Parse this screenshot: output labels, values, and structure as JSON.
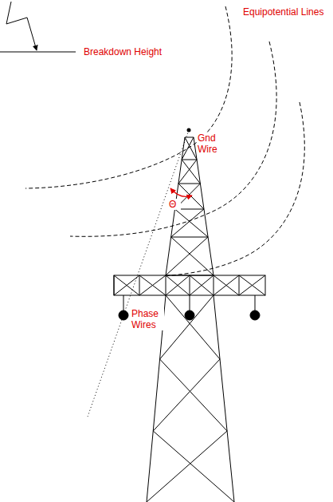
{
  "diagram": {
    "labels": [
      "Breakdown Height",
      "Equipotential Lines",
      "Gnd Wire",
      "Θ",
      "Phase Wires"
    ]
  }
}
